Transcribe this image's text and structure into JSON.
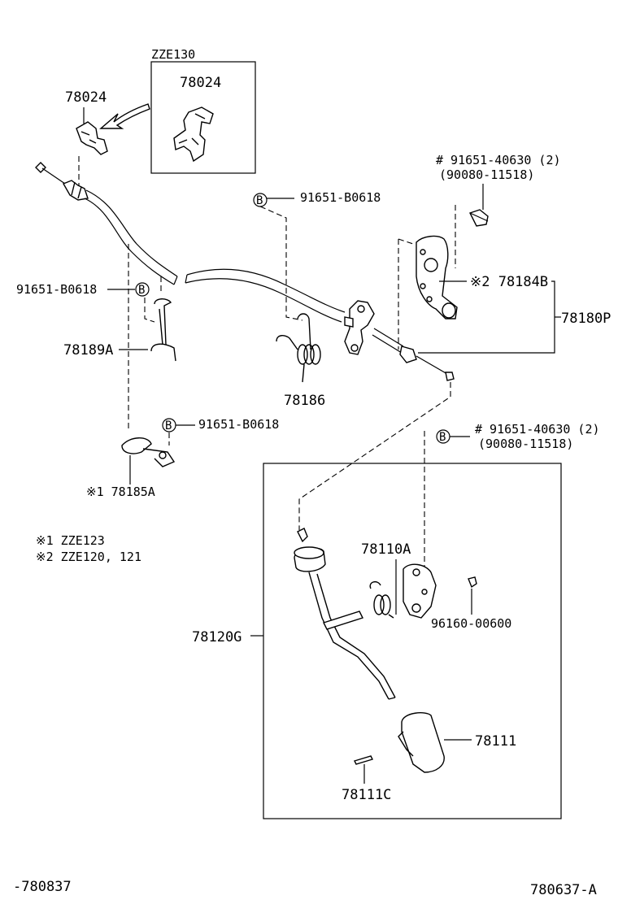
{
  "diagram": {
    "inset_label": "ZZE130",
    "inset_part": "78024",
    "part_78024": "78024",
    "clip_upper": "91651-B0618",
    "clip_left": "91651-B0618",
    "clip_lower": "91651-B0618",
    "bolt_upper_line1": "# 91651-40630 (2)",
    "bolt_upper_line2": "(90080-11518)",
    "bolt_lower_line1": "# 91651-40630 (2)",
    "bolt_lower_line2": "(90080-11518)",
    "bracket": "※2 78184B",
    "cable_assy": "78180P",
    "part_78189A": "78189A",
    "part_78186": "78186",
    "part_78185A": "※1  78185A",
    "note1": "※1 ZZE123",
    "note2": "※2 ZZE120, 121",
    "part_78110A": "78110A",
    "part_96160": "96160-00600",
    "part_78120G": "78120G",
    "part_78111": "78111",
    "part_78111C": "78111C",
    "footer_left": "-780837",
    "footer_right": "780637-A",
    "clip_symbol": "B"
  }
}
